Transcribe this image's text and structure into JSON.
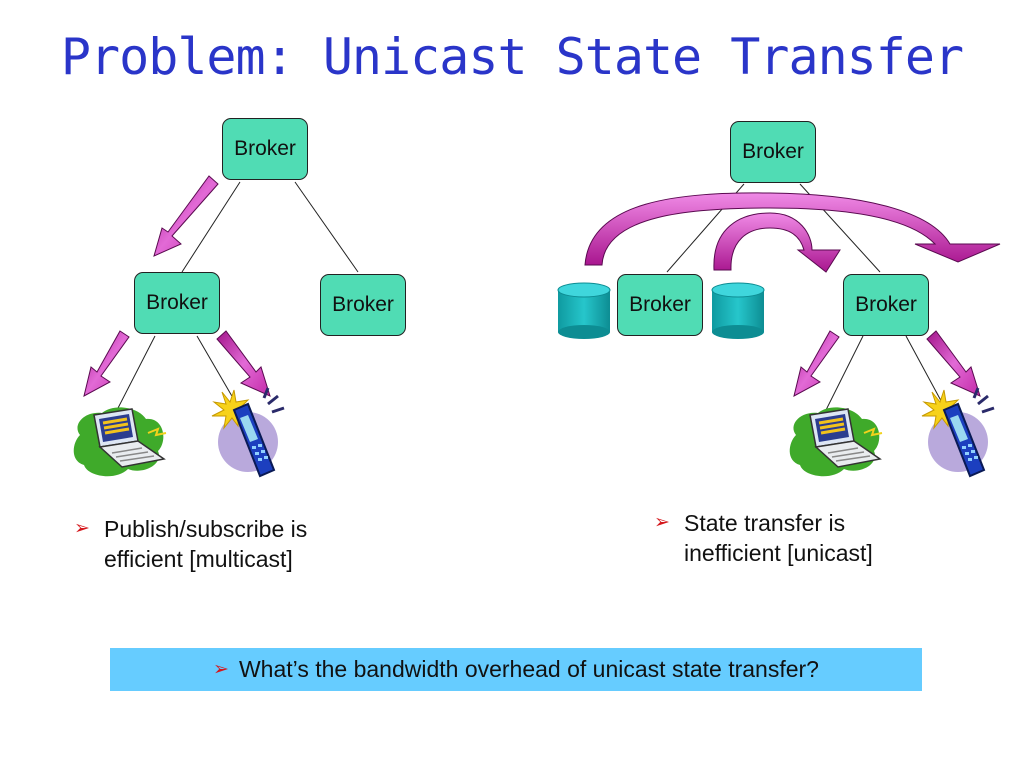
{
  "title": "Problem: Unicast State Transfer",
  "left_diagram": {
    "brokers": [
      "Broker",
      "Broker",
      "Broker"
    ]
  },
  "right_diagram": {
    "brokers": [
      "Broker",
      "Broker",
      "Broker"
    ]
  },
  "bullets": {
    "left": [
      "Publish/subscribe is",
      "efficient [multicast]"
    ],
    "right": [
      "State transfer is",
      "inefficient [unicast]"
    ],
    "marker": "➢"
  },
  "question": "What’s the bandwidth overhead of unicast state transfer?",
  "colors": {
    "title": "#2a35c9",
    "broker_fill": "#50dcb4",
    "arrow": "#cc2aa8",
    "question_bg": "#66ccff",
    "bullet_marker": "#d4171c",
    "database": "#1ab3b8"
  },
  "icons": [
    "laptop-icon",
    "cellphone-icon",
    "database-icon"
  ]
}
